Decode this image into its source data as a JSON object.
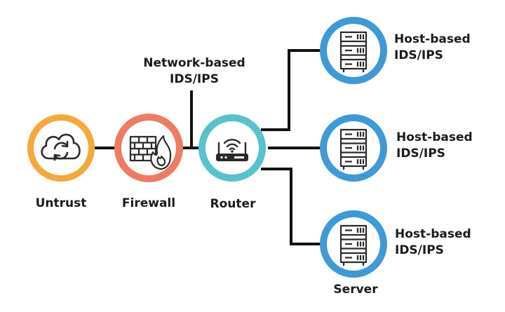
{
  "nodes": {
    "untrust": {
      "label": "Untrust",
      "icon": "cloud-sync-icon",
      "ring": "#F6A83A"
    },
    "firewall": {
      "label": "Firewall",
      "icon": "firewall-icon",
      "ring": "#EE7B63"
    },
    "router": {
      "label": "Router",
      "icon": "wifi-router-icon",
      "ring": "#57C2CB"
    },
    "server": {
      "label": "Server",
      "icon": "server-rack-icon",
      "ring": "#3E9AD6"
    }
  },
  "network_ids": {
    "line1": "Network-based",
    "line2": "IDS/IPS"
  },
  "hosts": [
    {
      "line1": "Host-based",
      "line2": "IDS/IPS"
    },
    {
      "line1": "Host-based",
      "line2": "IDS/IPS"
    },
    {
      "line1": "Host-based",
      "line2": "IDS/IPS"
    }
  ],
  "colors": {
    "line": "#111111",
    "icon": "#2a2a2a",
    "inner": "#ffffff"
  }
}
